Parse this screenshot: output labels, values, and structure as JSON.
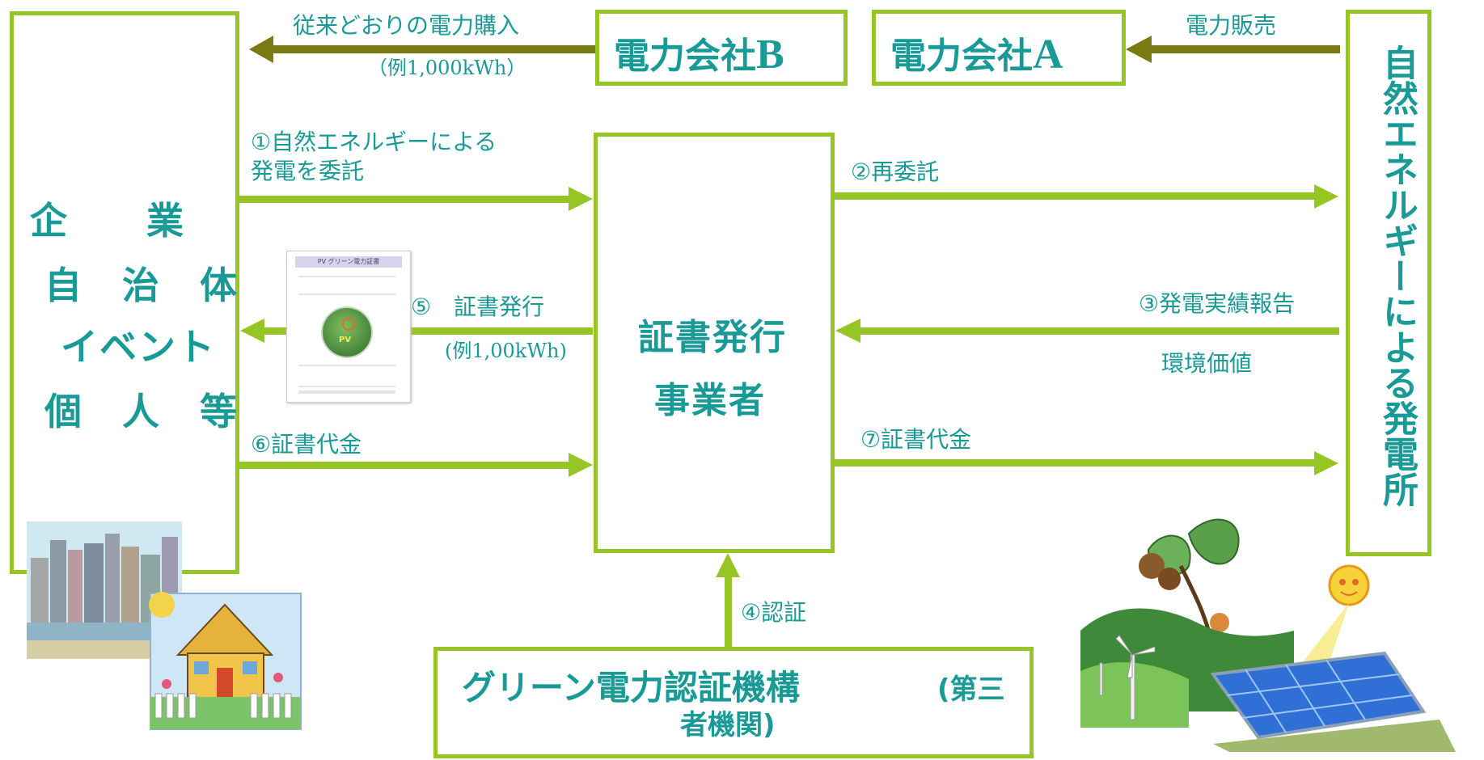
{
  "entities": {
    "customers": [
      "企　　業",
      "自　治　体",
      "イベント",
      "個　人　等"
    ],
    "issuer_line1": "証書発行",
    "issuer_line2": "事業者",
    "company_b_text": "電力会社",
    "company_b_letter": "B",
    "company_a_text": "電力会社",
    "company_a_letter": "A",
    "plant": "自然エネルギーによる発電所",
    "certifier_main": "グリーン電力認証機構",
    "certifier_sub1": "(第三",
    "certifier_sub2": "者機関)"
  },
  "flows": {
    "conventional_purchase": "従来どおりの電力購入",
    "conventional_example": "（例1,000kWh）",
    "power_sales": "電力販売",
    "step1_line1": "①自然エネルギーによる",
    "step1_line2": "発電を委託",
    "step2": "②再委託",
    "step3": "③発電実績報告",
    "env_value": "環境価値",
    "step4": "④認証",
    "step5": "⑤　証書発行",
    "step5_example": "(例1,00kWh)",
    "step6": "⑥証書代金",
    "step7": "⑦証書代金"
  },
  "certificate": {
    "title": "PV グリーン電力証書",
    "emblem": "PV"
  },
  "colors": {
    "accent_green": "#95c625",
    "text_teal": "#1a9a96",
    "arrow_olive": "#7a7a12"
  }
}
